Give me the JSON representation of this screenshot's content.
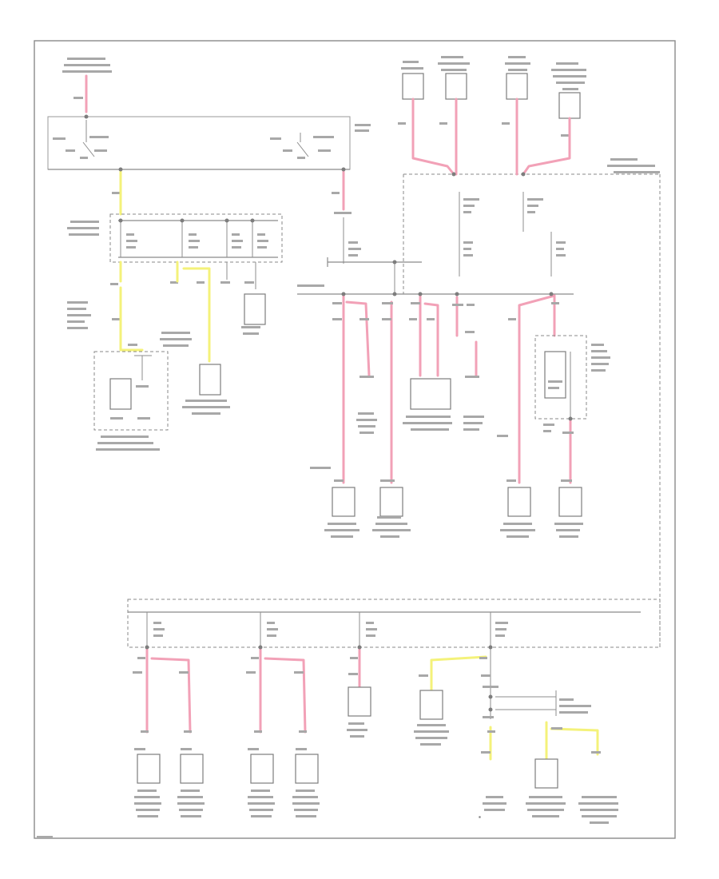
{
  "diagram": {
    "colors": {
      "wire_pink": "#f2a1b7",
      "wire_yellow": "#f4f27a",
      "line_grey": "#8a8a8a"
    },
    "components": [
      {
        "id": "top-load-1"
      },
      {
        "id": "top-load-2"
      },
      {
        "id": "top-load-3"
      },
      {
        "id": "top-load-4"
      },
      {
        "id": "left-lower-relay-box"
      },
      {
        "id": "left-load-yellow"
      },
      {
        "id": "left-load-right"
      },
      {
        "id": "mid-load-1"
      },
      {
        "id": "mid-load-2"
      },
      {
        "id": "mid-box"
      },
      {
        "id": "mid-load-3"
      },
      {
        "id": "mid-load-4"
      },
      {
        "id": "bottom-load-1"
      },
      {
        "id": "bottom-load-2"
      },
      {
        "id": "bottom-load-3"
      },
      {
        "id": "bottom-load-4"
      },
      {
        "id": "bottom-load-5"
      },
      {
        "id": "bottom-load-6"
      },
      {
        "id": "bottom-load-7"
      },
      {
        "id": "bottom-load-8"
      }
    ]
  }
}
